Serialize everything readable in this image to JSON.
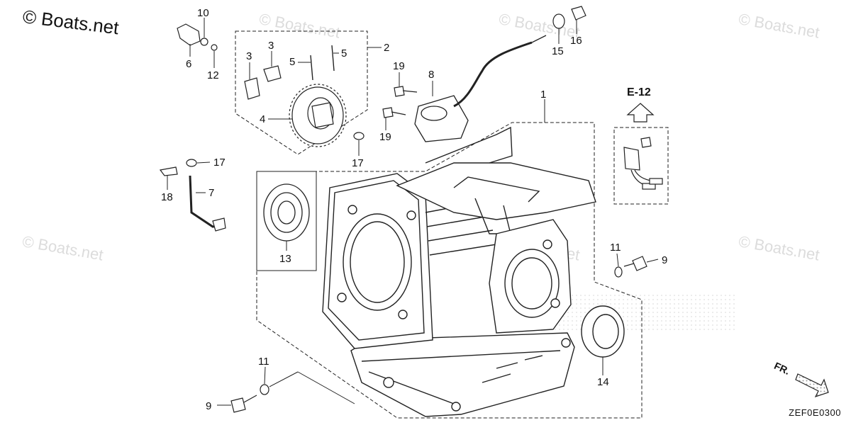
{
  "watermark": {
    "main": "© Boats.net",
    "faint": [
      "© Boats.net",
      "© Boats.net",
      "© Boats.net",
      "© Boats.net",
      "© Boats.net",
      "© Boats.net"
    ]
  },
  "reference": "E-12",
  "direction_label": "FR.",
  "diagram_code": "ZEF0E0300",
  "callouts": {
    "c1": "1",
    "c2": "2",
    "c3a": "3",
    "c3b": "3",
    "c4": "4",
    "c5a": "5",
    "c5b": "5",
    "c6": "6",
    "c7": "7",
    "c8": "8",
    "c9a": "9",
    "c9b": "9",
    "c10": "10",
    "c11a": "11",
    "c11b": "11",
    "c12": "12",
    "c13": "13",
    "c14": "14",
    "c15": "15",
    "c16": "16",
    "c17a": "17",
    "c17b": "17",
    "c18": "18",
    "c19a": "19",
    "c19b": "19"
  }
}
